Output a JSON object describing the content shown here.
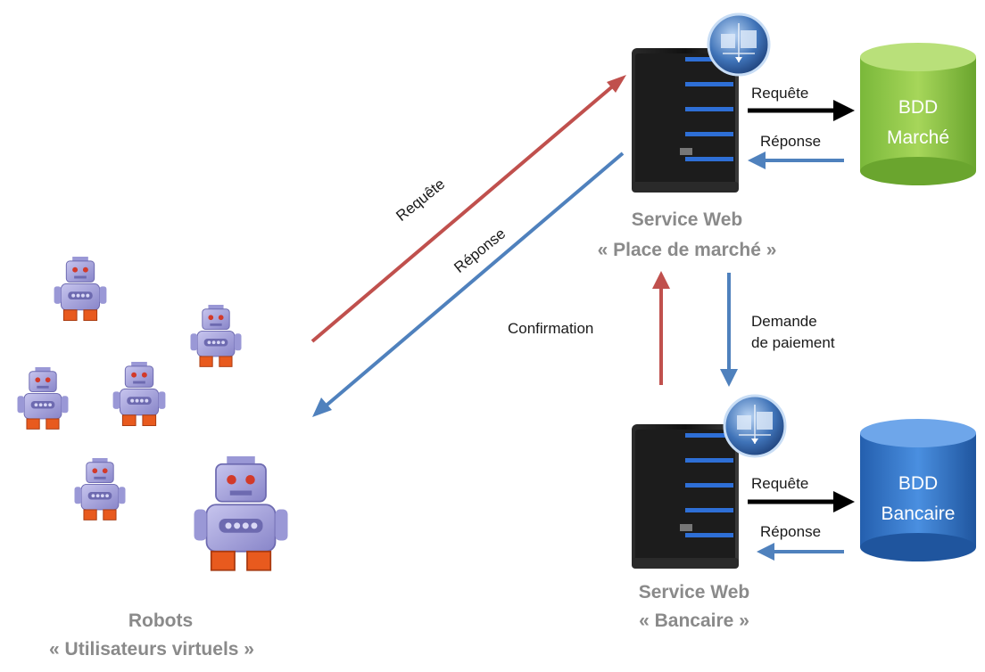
{
  "robots": {
    "title": "Robots",
    "subtitle": "« Utilisateurs virtuels »"
  },
  "market_service": {
    "title": "Service Web",
    "subtitle": "« Place de marché »"
  },
  "bank_service": {
    "title": "Service Web",
    "subtitle": "« Bancaire »"
  },
  "db_market": {
    "line1": "BDD",
    "line2": "Marché",
    "color": "#8cc63f"
  },
  "db_bank": {
    "line1": "BDD",
    "line2": "Bancaire",
    "color": "#2f74c8"
  },
  "arrows": {
    "robots_request": "Requête",
    "robots_response": "Réponse",
    "market_db_request": "Requête",
    "market_db_response": "Réponse",
    "confirmation": "Confirmation",
    "payment_line1": "Demande",
    "payment_line2": "de paiement",
    "bank_db_request": "Requête",
    "bank_db_response": "Réponse"
  },
  "colors": {
    "red_arrow": "#c0504d",
    "blue_arrow": "#4f81bd",
    "black_arrow": "#000000"
  }
}
